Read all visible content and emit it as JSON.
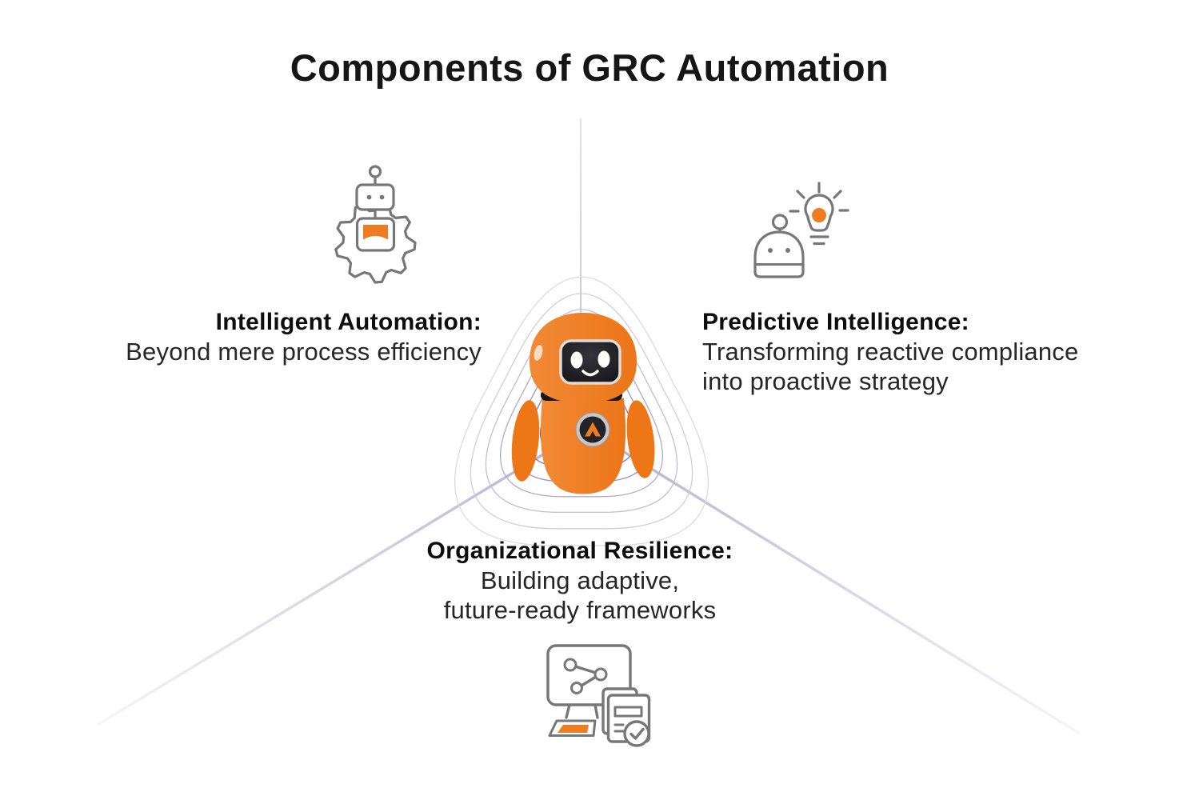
{
  "title": "Components of GRC Automation",
  "palette": {
    "accent_orange": "#EE7C20",
    "icon_stroke_gray": "#77777A",
    "connector_lavender": "#B9B5D6",
    "ring_purple_inner": "#6F60AB",
    "ring_gray_outer": "#DBDADE",
    "text_dark": "#161616"
  },
  "center_illustration": {
    "name": "orange-robot-mascot"
  },
  "components": [
    {
      "id": "intelligent-automation",
      "icon": "robot-in-gear-icon",
      "heading": "Intelligent Automation:",
      "lines": [
        "Beyond mere process efficiency"
      ]
    },
    {
      "id": "predictive-intelligence",
      "icon": "robot-lightbulb-icon",
      "heading": "Predictive Intelligence:",
      "lines": [
        "Transforming reactive compliance",
        "into proactive strategy"
      ]
    },
    {
      "id": "organizational-resilience",
      "icon": "monitor-network-documents-icon",
      "heading": "Organizational Resilience:",
      "lines": [
        "Building adaptive,",
        "future-ready frameworks"
      ]
    }
  ]
}
